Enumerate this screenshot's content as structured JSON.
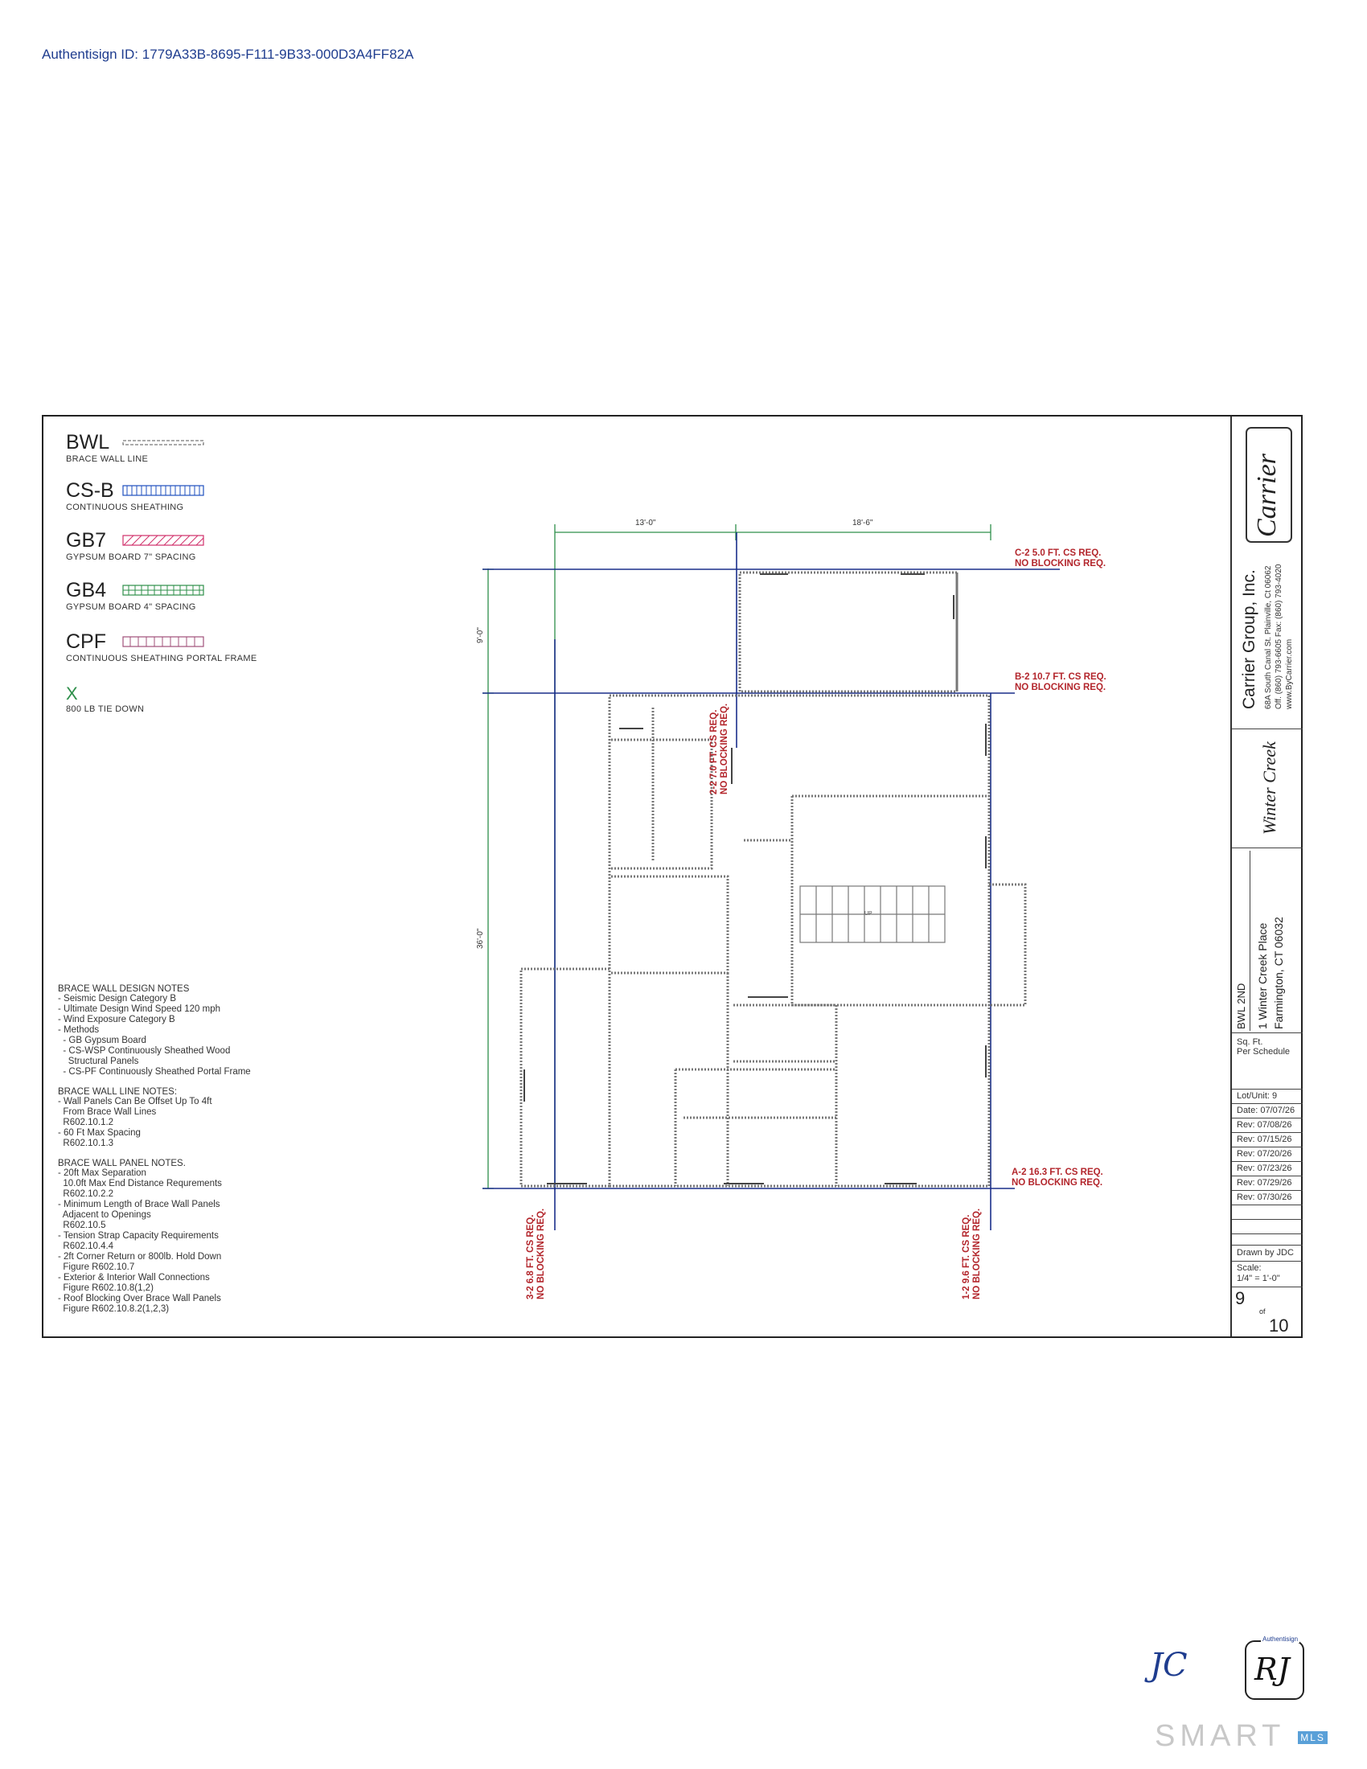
{
  "authentisign_id": "Authentisign ID: 1779A33B-8695-F111-9B33-000D3A4FF82A",
  "legend": [
    {
      "code": "BWL",
      "desc": "BRACE WALL LINE",
      "color": "#555555"
    },
    {
      "code": "CS-B",
      "desc": "CONTINUOUS SHEATHING",
      "color": "#1f4fbf"
    },
    {
      "code": "GB7",
      "desc": "GYPSUM BOARD 7\" SPACING",
      "color": "#d0306a"
    },
    {
      "code": "GB4",
      "desc": "GYPSUM BOARD 4\" SPACING",
      "color": "#2e8f4a"
    },
    {
      "code": "CPF",
      "desc": "CONTINUOUS SHEATHING PORTAL FRAME",
      "color": "#a0507a"
    },
    {
      "code": "X",
      "desc": "800 LB TIE DOWN",
      "color": "#2e8f4a"
    }
  ],
  "notes": {
    "design_title": "BRACE WALL DESIGN NOTES",
    "design_items": "- Seismic Design Category B\n- Ultimate Design Wind Speed 120 mph\n- Wind Exposure Category B\n- Methods\n  - GB Gypsum Board\n  - CS-WSP Continuously Sheathed Wood\n    Structural Panels\n  - CS-PF Continuously Sheathed Portal Frame",
    "line_title": "BRACE WALL LINE NOTES:",
    "line_items": "- Wall Panels Can Be Offset Up To 4ft\n  From Brace Wall Lines\n  R602.10.1.2\n- 60 Ft Max Spacing\n  R602.10.1.3",
    "panel_title": "BRACE WALL PANEL NOTES.",
    "panel_items": "- 20ft Max Separation\n  10.0ft Max End Distance Requrements\n  R602.10.2.2\n- Minimum Length of Brace Wall Panels\n  Adjacent to Openings\n  R602.10.5\n- Tension Strap Capacity Requirements\n  R602.10.4.4\n- 2ft Corner Return or 800lb. Hold Down\n  Figure R602.10.7\n- Exterior & Interior Wall Connections\n  Figure R602.10.8(1,2)\n- Roof Blocking Over Brace Wall Panels\n  Figure R602.10.8.2(1,2,3)"
  },
  "plan": {
    "dim_top_left": "13'-0\"",
    "dim_top_right": "18'-6\"",
    "dim_left_top": "9'-0\"",
    "dim_left_main": "36'-0\"",
    "stair_label": "UP",
    "brace_c2": [
      "C-2 5.0 FT. CS REQ.",
      "NO BLOCKING REQ."
    ],
    "brace_b2": [
      "B-2 10.7 FT. CS REQ.",
      "NO BLOCKING REQ."
    ],
    "brace_a2": [
      "A-2 16.3 FT. CS REQ.",
      "NO BLOCKING REQ."
    ],
    "brace_22": [
      "2-2 7.0 FT. CS REQ.",
      "NO BLOCKING REQ."
    ],
    "brace_32": [
      "3-2 6.8 FT. CS REQ.",
      "NO BLOCKING REQ."
    ],
    "brace_12": [
      "1-2 9.6 FT. CS REQ.",
      "NO BLOCKING REQ."
    ]
  },
  "titleblock": {
    "company": "Carrier Group, Inc.",
    "address": "68A South Canal St. Plainville, Ct 06062",
    "phone": "Off. (860) 793-6605 Fax: (860) 793-4020",
    "web": "www.ByCarrier.com",
    "logo_text": "Carrier",
    "community_logo": "Winter Creek",
    "sheet_name": "BWL 2ND",
    "address_line1": "1 Winter Creek Place",
    "address_line2": "Farmington, CT 06032",
    "sqft_label": "Sq. Ft.",
    "sqft_value": "Per Schedule",
    "lot": "Lot/Unit: 9",
    "dates": [
      "Date: 07/07/26",
      "Rev: 07/08/26",
      "Rev: 07/15/26",
      "Rev: 07/20/26",
      "Rev: 07/23/26",
      "Rev: 07/29/26",
      "Rev: 07/30/26"
    ],
    "drawn_by": "Drawn by JDC",
    "scale_label": "Scale:",
    "scale_value": "1/4\" = 1'-0\"",
    "sheet_num": "9",
    "of_label": "of",
    "sheet_total": "10"
  },
  "signatures": {
    "initials_1": "JC",
    "initials_2": "RJ",
    "stamp_label": "Authentisign"
  },
  "watermark": "SMART",
  "watermark_badge": "MLS"
}
